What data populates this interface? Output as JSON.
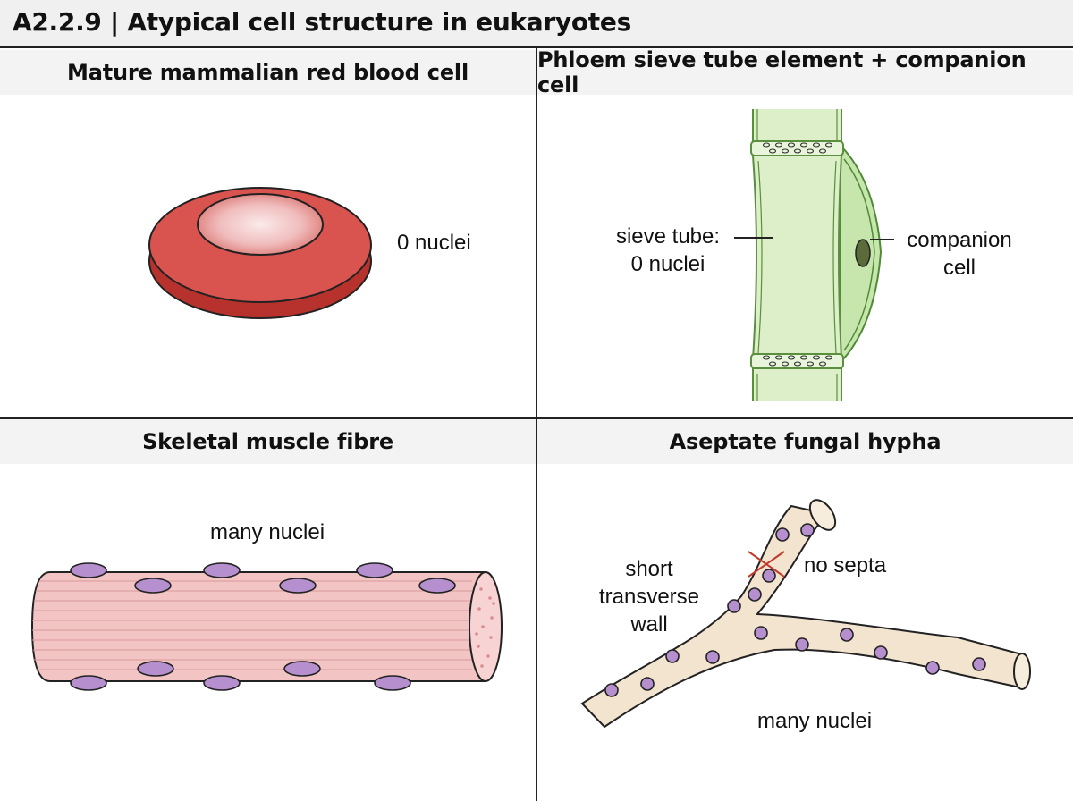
{
  "title": "A2.2.9 | Atypical cell structure in eukaryotes",
  "panels": {
    "rbc": {
      "heading": "Mature mammalian red blood cell",
      "label": "0 nuclei"
    },
    "phloem": {
      "heading": "Phloem sieve tube element + companion cell",
      "sieve_label_line1": "sieve tube:",
      "sieve_label_line2": "0 nuclei",
      "companion_label_line1": "companion",
      "companion_label_line2": "cell"
    },
    "muscle": {
      "heading": "Skeletal muscle fibre",
      "label": "many nuclei"
    },
    "hypha": {
      "heading": "Aseptate fungal hypha",
      "wall_label_line1": "short",
      "wall_label_line2": "transverse",
      "wall_label_line3": "wall",
      "septa_label": "no septa",
      "nuclei_label": "many nuclei"
    }
  },
  "colors": {
    "rbc_red": "#d9534f",
    "phloem_green": "#dcefc8",
    "phloem_outline": "#5a8f3e",
    "muscle_pink": "#f2c4c4",
    "nucleus_purple": "#b58fce",
    "hypha_beige": "#f2e4cf",
    "cross_red": "#c0392b"
  }
}
